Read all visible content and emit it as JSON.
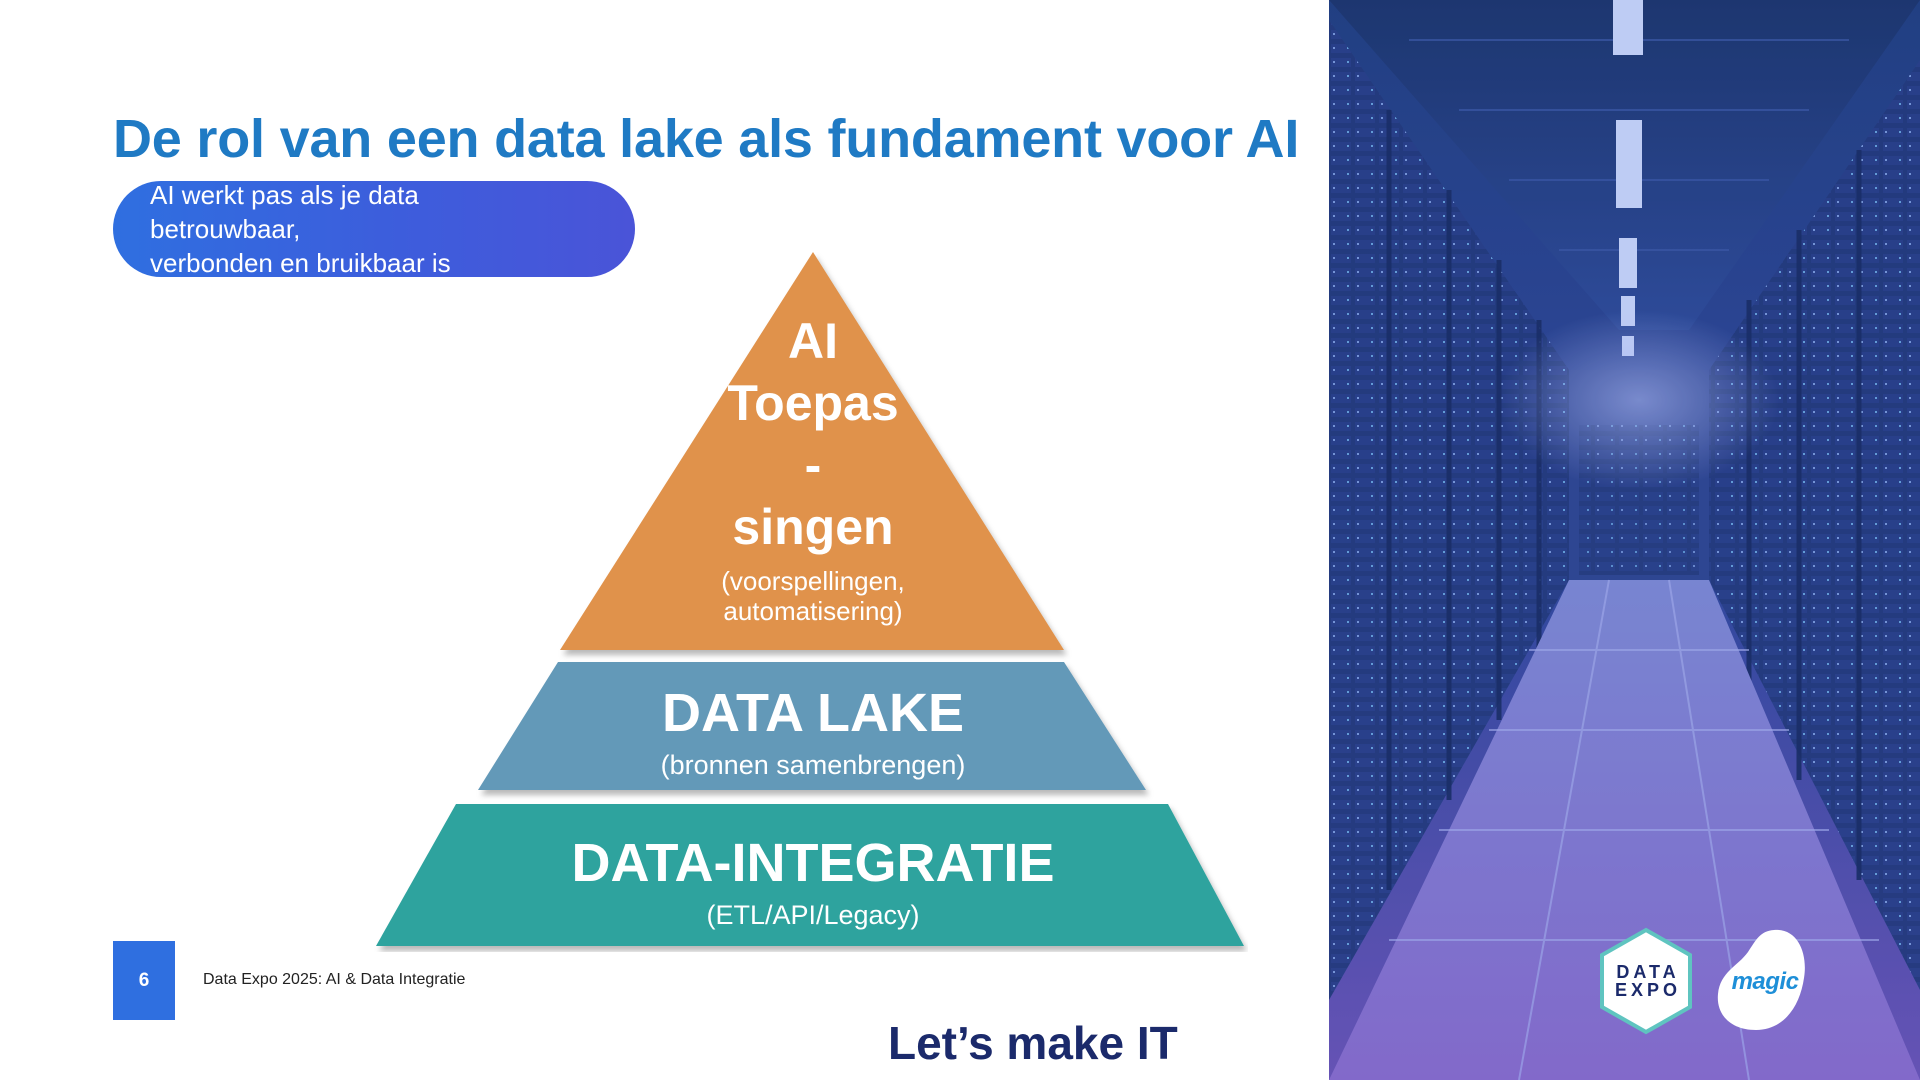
{
  "slide": {
    "title": "De rol van een data lake als fundament voor AI",
    "subtitle_lines": [
      "AI werkt pas als je data",
      "betrouwbaar,",
      "verbonden en bruikbaar is"
    ]
  },
  "pyramid": {
    "top": {
      "title_lines": [
        "AI",
        "Toepas",
        "-",
        "singen"
      ],
      "sub_lines": [
        "(voorspellingen,",
        "automatisering)"
      ],
      "color": "#e0924c"
    },
    "middle": {
      "title": "DATA LAKE",
      "sub": "(bronnen samenbrengen)",
      "color": "#6399b8"
    },
    "bottom": {
      "title": "DATA-INTEGRATIE",
      "sub": "(ETL/API/Legacy)",
      "color": "#2fa39e"
    }
  },
  "footer": {
    "page_number": "6",
    "text": "Data Expo 2025: AI & Data Integratie"
  },
  "tagline": "Let’s make IT",
  "logos": {
    "dataexpo_lines": [
      "DATA",
      "EXPO"
    ],
    "magic": "magic"
  },
  "colors": {
    "title": "#1f7ac4",
    "pill": "#3b60dd",
    "tagline": "#1b2a6b"
  }
}
